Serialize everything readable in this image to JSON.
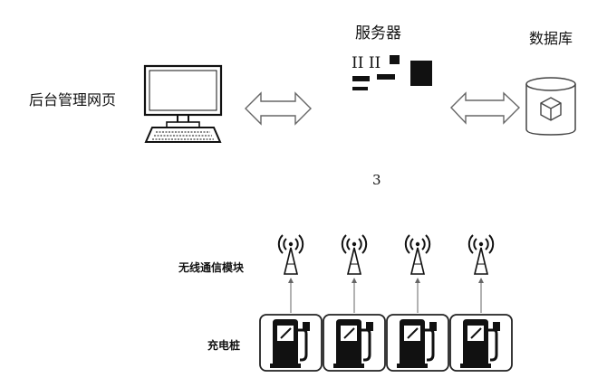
{
  "labels": {
    "server": "服务器",
    "database": "数据库",
    "admin_web": "后台管理网页",
    "number": "3",
    "wireless_module": "无线通信模块",
    "charging_pile": "充电桩",
    "server_glyphs": "II II"
  },
  "icons": {
    "computer": "computer-icon",
    "server": "server-icon",
    "database": "database-icon",
    "antenna": "antenna-icon",
    "charger": "charger-icon",
    "arrow": "double-arrow-icon"
  },
  "colors": {
    "ink": "#111111",
    "line": "#444444",
    "arrow_stroke": "#666666"
  },
  "chargers": [
    {
      "id": 1
    },
    {
      "id": 2
    },
    {
      "id": 3
    },
    {
      "id": 4
    }
  ]
}
